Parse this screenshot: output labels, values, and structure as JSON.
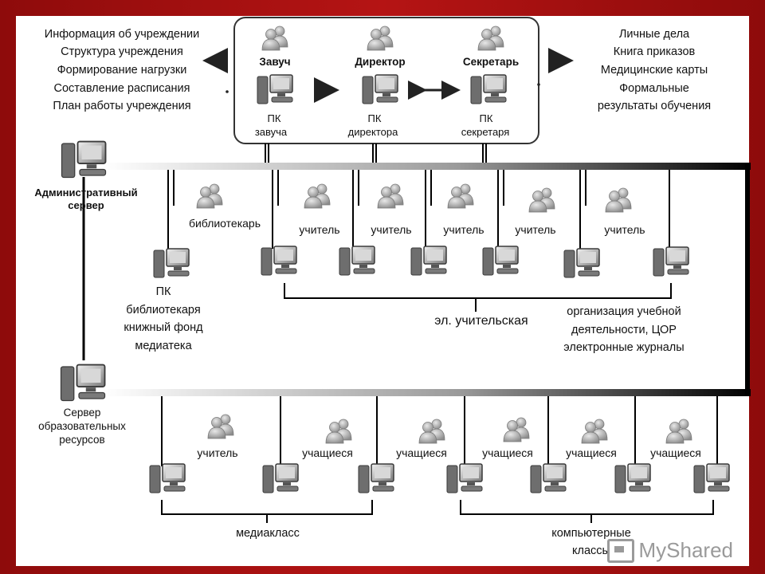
{
  "left_list": [
    "Информация об учреждении",
    "Структура учреждения",
    "Формирование нагрузки",
    "Составление расписания",
    "План работы учреждения"
  ],
  "right_list": [
    "Личные дела",
    "Книга приказов",
    "Медицинские карты",
    "Формальные",
    "результаты обучения"
  ],
  "admin_box": {
    "roles": [
      "Завуч",
      "Директор",
      "Секретарь"
    ],
    "pcs": [
      [
        "ПК",
        "завуча"
      ],
      [
        "ПК",
        "директора"
      ],
      [
        "ПК",
        "секретаря"
      ]
    ]
  },
  "servers": {
    "admin": [
      "Административный",
      "сервер"
    ],
    "edu": [
      "Сервер",
      "образовательных",
      "ресурсов"
    ]
  },
  "upper_net": {
    "users": [
      "библиотекарь",
      "учитель",
      "учитель",
      "учитель",
      "учитель",
      "учитель"
    ],
    "librarian_pc": [
      "ПК",
      "библиотекаря",
      "книжный фонд",
      "медиатека"
    ],
    "teachers_room": "эл. учительская",
    "teachers_desc": [
      "организация учебной",
      "деятельности, ЦОР",
      "электронные журналы"
    ]
  },
  "lower_net": {
    "users": [
      "учитель",
      "учащиеся",
      "учащиеся",
      "учащиеся",
      "учащиеся",
      "учащиеся"
    ],
    "mediaclass": "медиакласс",
    "computer_classes": [
      "компьютерные",
      "классы"
    ]
  },
  "watermark": "MyShared",
  "colors": {
    "frame": "#a51212",
    "line": "#000000",
    "icon": "#8a8a8a"
  }
}
